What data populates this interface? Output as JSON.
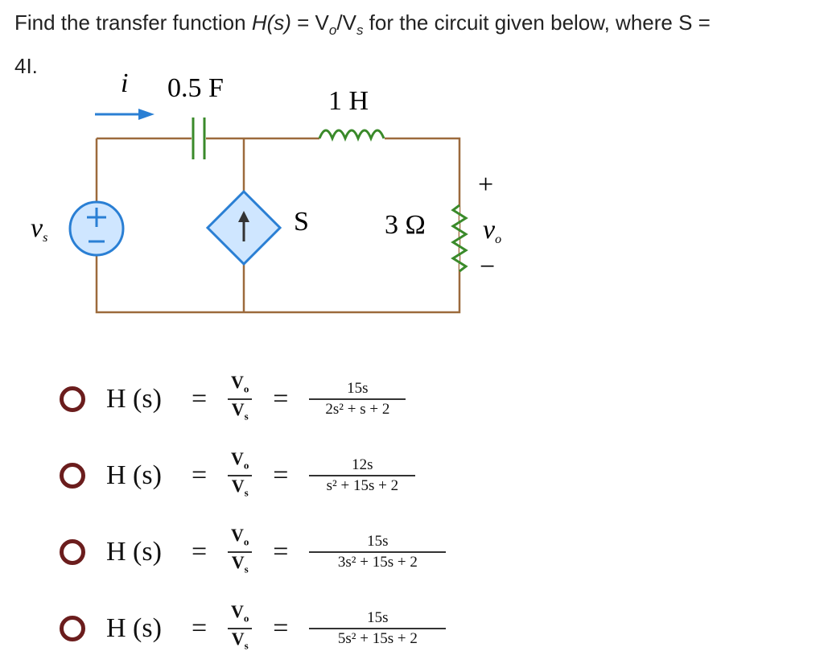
{
  "question": {
    "line1a": "Find the transfer function ",
    "hs": "H(s)",
    "eq": " = V",
    "o": "o",
    "slash": "/V",
    "s": "s",
    "line1b": " for the circuit given below, where S =",
    "line2": "4I."
  },
  "circuit": {
    "current_label": "i",
    "capacitor_label": "0.5 F",
    "inductor_label": "1 H",
    "source_label": "v",
    "source_sub": "s",
    "dependent_label": "S",
    "resistor_label": "3 Ω",
    "plus": "+",
    "minus": "−",
    "output_label": "v",
    "output_sub": "o"
  },
  "options": [
    {
      "lhs": "H (s)",
      "eq": "=",
      "vo": "V",
      "vs": "V",
      "num": "15s",
      "den": "2s² + s + 2"
    },
    {
      "lhs": "H (s)",
      "eq": "=",
      "vo": "V",
      "vs": "V",
      "num": "12s",
      "den": "s² + 15s + 2"
    },
    {
      "lhs": "H (s)",
      "eq": "=",
      "vo": "V",
      "vs": "V",
      "num": "15s",
      "den": "3s² + 15s + 2"
    },
    {
      "lhs": "H (s)",
      "eq": "=",
      "vo": "V",
      "vs": "V",
      "num": "15s",
      "den": "5s² + 15s + 2"
    }
  ],
  "colors": {
    "wire": "#9c6a3c",
    "source": "#2a7fd4",
    "inductor": "#3a8a2a",
    "radio": "#6b1d1d"
  }
}
